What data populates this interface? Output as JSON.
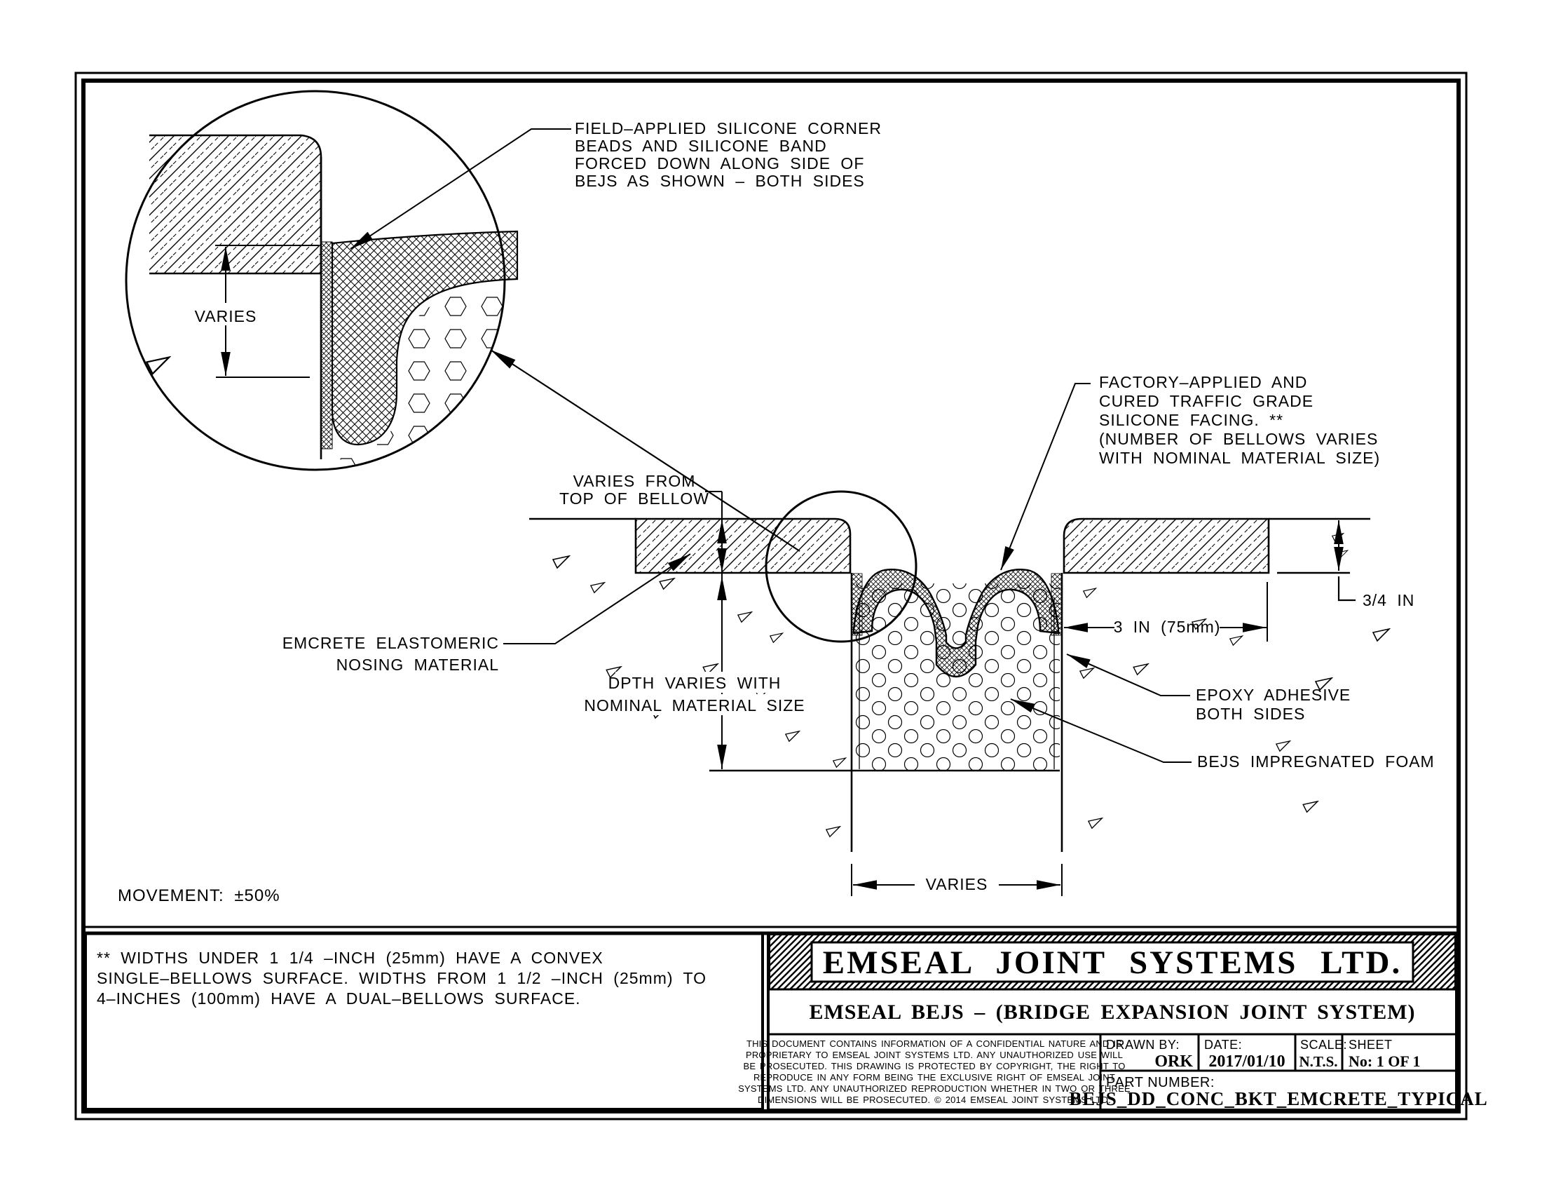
{
  "callouts": {
    "field": [
      "FIELD–APPLIED SILICONE CORNER",
      "BEADS AND SILICONE BAND",
      "FORCED DOWN ALONG SIDE OF",
      "BEJS AS SHOWN – BOTH SIDES"
    ],
    "factory": [
      "FACTORY–APPLIED AND",
      "CURED TRAFFIC GRADE",
      "SILICONE FACING. **",
      "(NUMBER OF BELLOWS VARIES",
      "WITH NOMINAL MATERIAL SIZE)"
    ],
    "varies_top": [
      "VARIES FROM",
      "TOP OF BELLOW"
    ],
    "emcrete": [
      "EMCRETE ELASTOMERIC",
      "NOSING MATERIAL"
    ],
    "dpth": [
      "DPTH VARIES WITH",
      "NOMINAL MATERIAL SIZE"
    ],
    "epoxy": [
      "EPOXY ADHESIVE",
      "BOTH SIDES"
    ],
    "foam": "BEJS IMPREGNATED FOAM"
  },
  "dims": {
    "varies_detail": "VARIES",
    "varies_bottom": "VARIES",
    "three_in": "3 IN (75mm)",
    "three_quarter": "3/4 IN"
  },
  "notes": {
    "movement": "MOVEMENT: ±50%",
    "footnote": [
      "** WIDTHS UNDER 1 1/4 –INCH  (25mm) HAVE A CONVEX",
      "SINGLE–BELLOWS SURFACE. WIDTHS FROM 1 1/2 –INCH (25mm) TO",
      "4–INCHES (100mm) HAVE A DUAL–BELLOWS SURFACE."
    ]
  },
  "titleblock": {
    "company": "EMSEAL JOINT SYSTEMS LTD.",
    "subtitle": "EMSEAL BEJS – (BRIDGE EXPANSION JOINT SYSTEM)",
    "legal": [
      "THIS DOCUMENT CONTAINS INFORMATION OF A CONFIDENTIAL NATURE AND IS",
      "PROPRIETARY TO EMSEAL JOINT SYSTEMS LTD. ANY UNAUTHORIZED USE WILL",
      "BE PROSECUTED. THIS DRAWING IS PROTECTED BY COPYRIGHT, THE RIGHT TO",
      "REPRODUCE IN ANY FORM BEING THE EXCLUSIVE RIGHT OF EMSEAL JOINT",
      "SYSTEMS LTD. ANY UNAUTHORIZED REPRODUCTION WHETHER IN TWO OR THREE",
      "DIMENSIONS WILL BE PROSECUTED. © 2014 EMSEAL JOINT SYSTEMS LTD."
    ],
    "drawn_by_label": "DRAWN BY:",
    "drawn_by": "ORK",
    "date_label": "DATE:",
    "date": "2017/01/10",
    "scale_label": "SCALE:",
    "scale": "N.T.S.",
    "sheet_label": "SHEET",
    "sheet": "No:    1 OF 1",
    "part_label": "PART NUMBER:",
    "part": "BEJS_DD_CONC_BKT_EMCRETE_TYPICAL"
  }
}
